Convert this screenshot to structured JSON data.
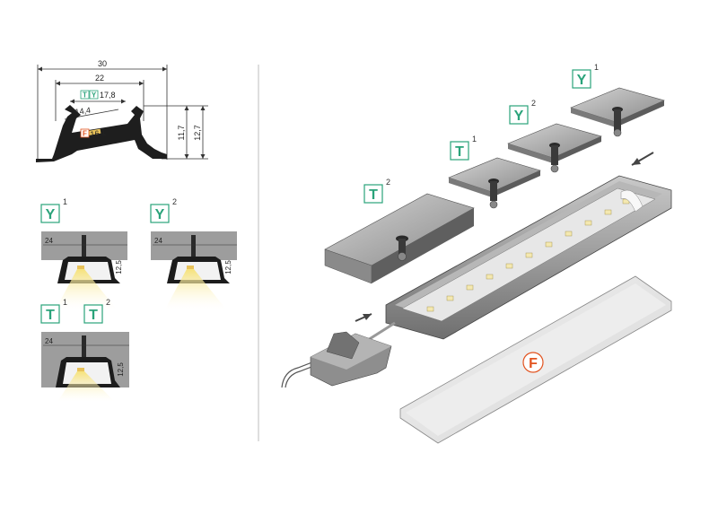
{
  "profile_dims": {
    "width_total": "30",
    "width_inner": "22",
    "width_cover_ty": "17,8",
    "width_led": "14,4",
    "width_cover_f": "16,1",
    "height_inner": "11,7",
    "height_total": "12,7"
  },
  "mounting": [
    {
      "badge": "Y",
      "sup": "1",
      "depth": "24",
      "height": "12,5"
    },
    {
      "badge": "Y",
      "sup": "2",
      "depth": "24",
      "height": "12,5"
    },
    {
      "badge": "T",
      "sup": "1",
      "badge2": "T",
      "sup2": "2",
      "depth": "24",
      "height": "12,5"
    }
  ],
  "exploded": {
    "y1": {
      "badge": "Y",
      "sup": "1"
    },
    "y2": {
      "badge": "Y",
      "sup": "2"
    },
    "t1": {
      "badge": "T",
      "sup": "1"
    },
    "t2": {
      "badge": "T",
      "sup": "2"
    },
    "cover": {
      "badge": "F"
    }
  },
  "mini_badges": {
    "t": "T",
    "y": "Y",
    "f": "F"
  },
  "colors": {
    "badge_green": "#2aa37a",
    "badge_orange": "#e2531f",
    "metal": "#9a9a9a",
    "metal_dark": "#5a5a5a"
  }
}
